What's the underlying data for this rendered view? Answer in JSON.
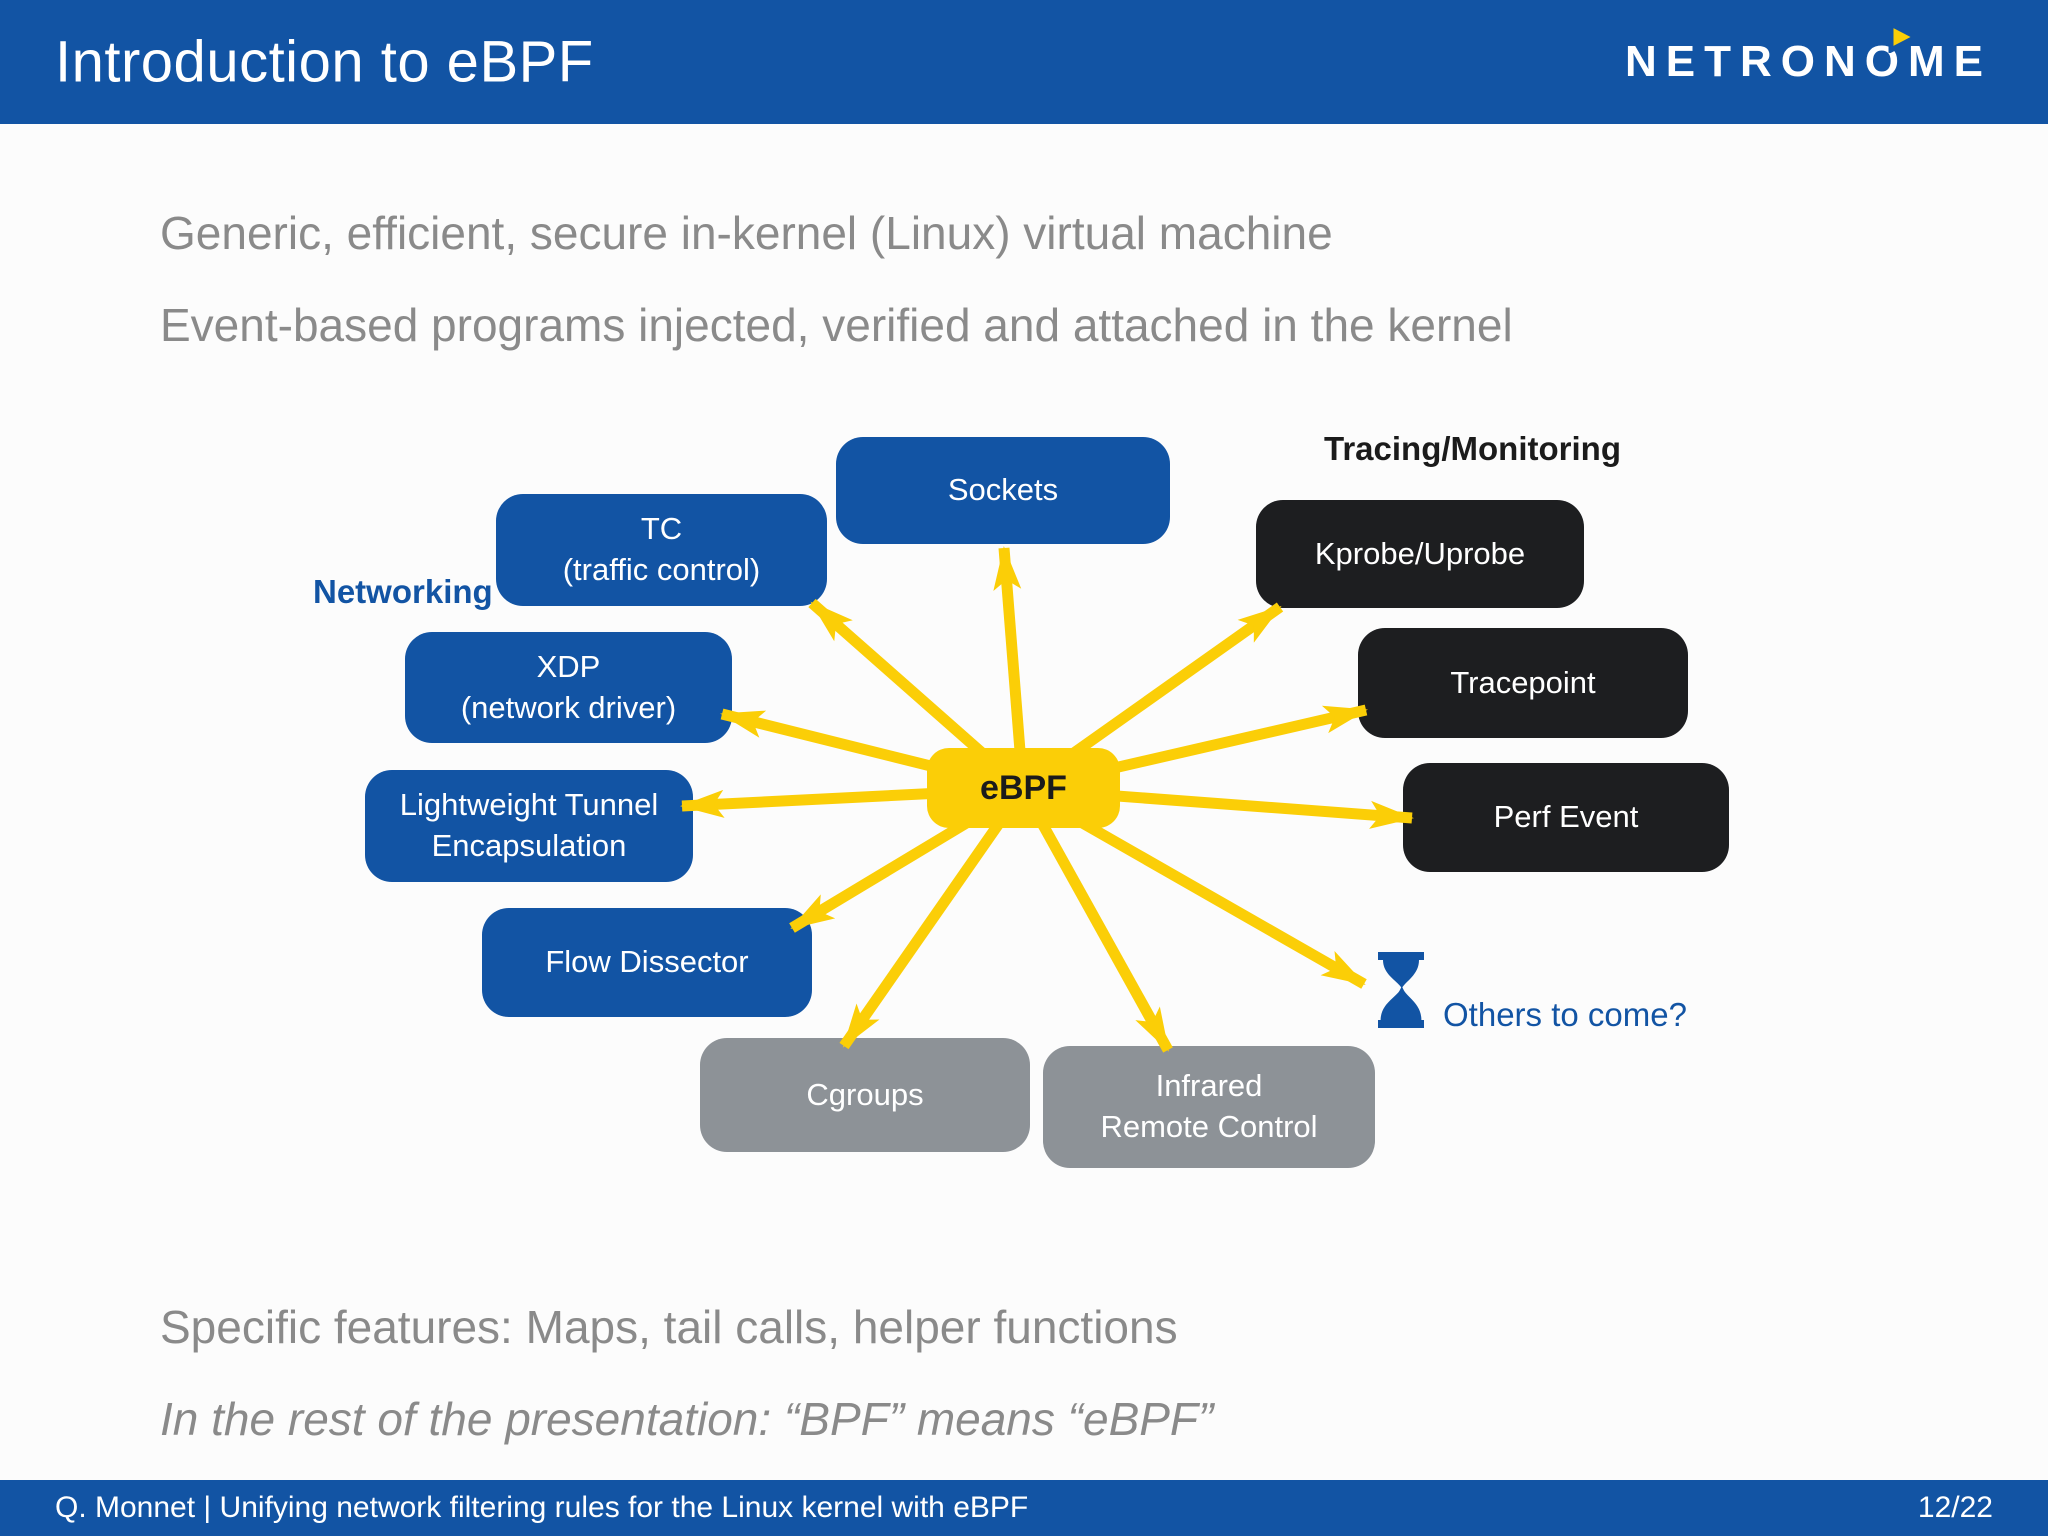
{
  "colors": {
    "header_blue": "#1254a4",
    "node_blue": "#1254a4",
    "node_black": "#1d1e20",
    "node_gray": "#8d9297",
    "accent_yellow": "#fbce07",
    "text_gray": "#8a8a8a",
    "ink": "#1b1b1b"
  },
  "header": {
    "title": "Introduction to eBPF",
    "logo": {
      "part1": "NETRON",
      "o": "O",
      "part2": "ME"
    }
  },
  "intro_lines": [
    "Generic, efficient, secure in-kernel (Linux) virtual machine",
    "Event-based programs injected, verified and attached in the kernel"
  ],
  "diagram": {
    "center_label": "eBPF",
    "group_labels": {
      "networking": "Networking",
      "tracing": "Tracing/Monitoring"
    },
    "others_label": "Others to come?",
    "nodes": {
      "sockets": {
        "label": "Sockets",
        "category": "networking"
      },
      "tc": {
        "label": "TC\n(traffic control)",
        "category": "networking"
      },
      "xdp": {
        "label": "XDP\n(network driver)",
        "category": "networking"
      },
      "lwt": {
        "label": "Lightweight Tunnel\nEncapsulation",
        "category": "networking"
      },
      "flow_dissector": {
        "label": "Flow Dissector",
        "category": "networking"
      },
      "cgroups": {
        "label": "Cgroups",
        "category": "other"
      },
      "infrared": {
        "label": "Infrared\nRemote Control",
        "category": "other"
      },
      "kprobe": {
        "label": "Kprobe/Uprobe",
        "category": "tracing"
      },
      "tracepoint": {
        "label": "Tracepoint",
        "category": "tracing"
      },
      "perf_event": {
        "label": "Perf Event",
        "category": "tracing"
      }
    }
  },
  "outro_lines": [
    "Specific features: Maps, tail calls, helper functions",
    "In the rest of the presentation: “BPF” means “eBPF”"
  ],
  "footer": {
    "left": "Q. Monnet | Unifying network filtering rules for the Linux kernel with eBPF",
    "page": "12/22"
  }
}
